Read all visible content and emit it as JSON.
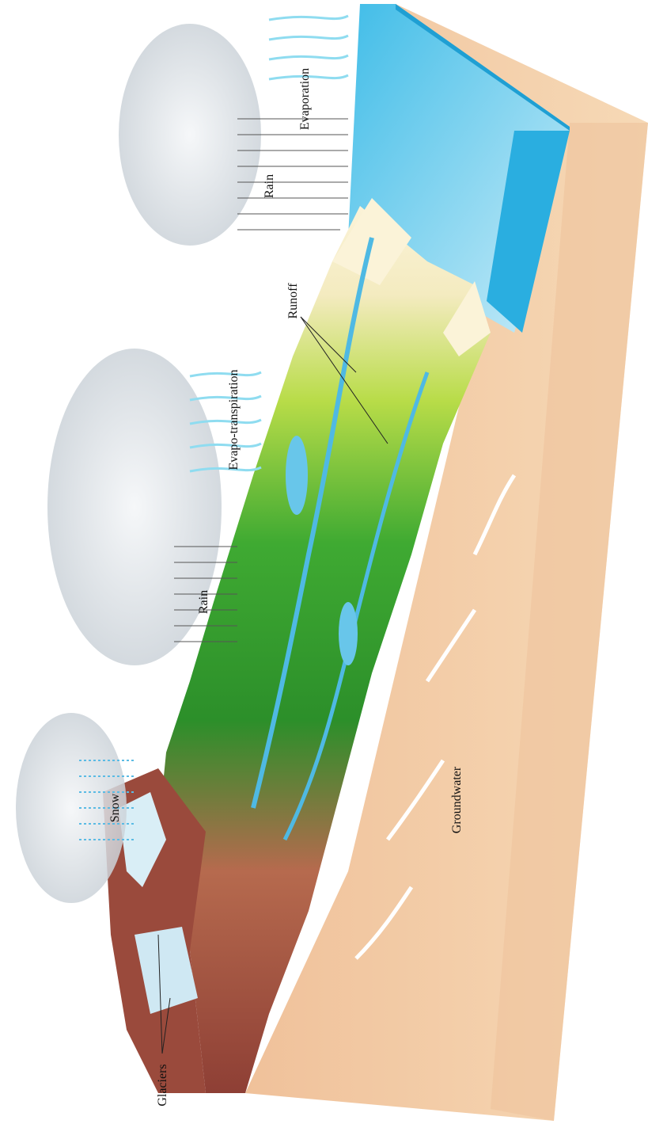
{
  "diagram": {
    "labels": {
      "evaporation": "Evaporation",
      "rain_ocean": "Rain",
      "runoff": "Runoff",
      "evapotranspiration": "Evapo-transpiration",
      "rain_land": "Rain",
      "snow": "Snow",
      "groundwater": "Groundwater",
      "glaciers": "Glaciers"
    },
    "colors": {
      "ocean": "#3cb8e6",
      "ocean_light": "#bfe6f6",
      "earth": "#f2c9a0",
      "earth_dark": "#e6b184",
      "forest": "#2d9a2a",
      "grass": "#a9d63c",
      "mountain": "#9a4a3c",
      "cloud": "#cfd6dc",
      "arrow_blue": "#8fdcf0",
      "groundwater_arrow": "#ffffff"
    }
  }
}
